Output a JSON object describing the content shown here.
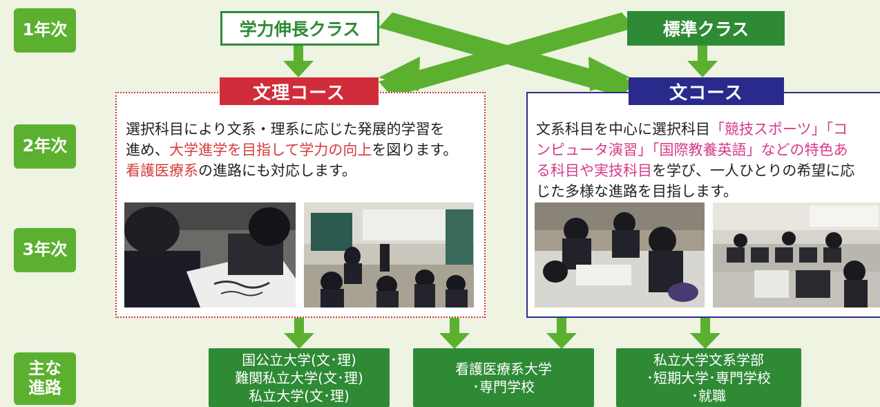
{
  "grades": {
    "year1": "1年次",
    "year2": "2年次",
    "year3": "3年次",
    "main_path_line1": "主な",
    "main_path_line2": "進路"
  },
  "classes": {
    "advanced": "学力伸長クラス",
    "standard": "標準クラス"
  },
  "courses": {
    "science_humanities": {
      "label": "文理コース",
      "desc_1": "選択科目により文系・理系に応じた発展的学習を",
      "desc_2a": "進め、",
      "desc_2b": "大学進学を目指して学力の向上",
      "desc_2c": "を図ります。",
      "desc_3a": "看護医療系",
      "desc_3b": "の進路にも対応します。"
    },
    "humanities": {
      "label": "文コース",
      "desc_1a": "文系科目を中心に選択科目",
      "desc_1b": "「競技スポーツ」「コ",
      "desc_2": "ンピュータ演習」「国際教養英語」などの特色あ",
      "desc_3a": "る科目や実技科目",
      "desc_3b": "を学び、一人ひとりの希望に応",
      "desc_4": "じた多様な進路を目指します。"
    }
  },
  "paths": {
    "p1": [
      "国公立大学(文･理)",
      "難関私立大学(文･理)",
      "私立大学(文･理)"
    ],
    "p2": [
      "看護医療系大学",
      "･専門学校"
    ],
    "p3": [
      "私立大学文系学部",
      "･短期大学･専門学校",
      "･就職"
    ]
  },
  "photos": {
    "p1": "classroom-writing-photo",
    "p2": "classroom-exam-photo",
    "p3": "classroom-study-photo",
    "p4": "computer-room-photo"
  },
  "colors": {
    "green": "#5cb030",
    "dark_green": "#2f8a36",
    "red": "#d02c3a",
    "navy": "#2a2a8c",
    "highlight_red": "#d63a3a",
    "highlight_pink": "#d63a8a"
  }
}
